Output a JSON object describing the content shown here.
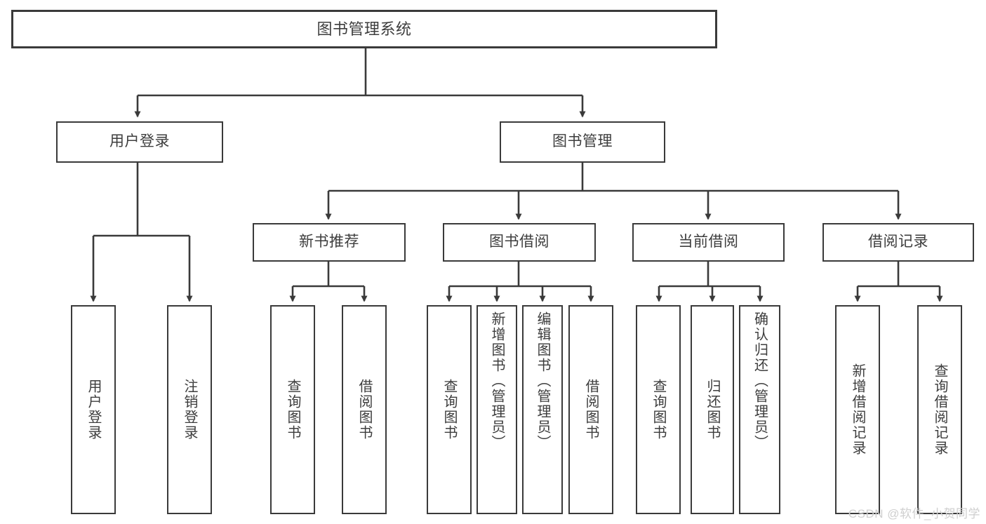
{
  "diagram": {
    "title": "图书管理系统",
    "type": "hierarchy-tree",
    "watermark": "CSDN @软件_小贺同学",
    "colors": {
      "stroke": "#3a3a3a",
      "text": "#3d3d3d",
      "background": "#ffffff",
      "watermark": "#cfcfcf"
    },
    "root": {
      "label": "图书管理系统"
    },
    "level1": [
      {
        "label": "用户登录"
      },
      {
        "label": "图书管理"
      }
    ],
    "level2": [
      {
        "label": "新书推荐"
      },
      {
        "label": "图书借阅"
      },
      {
        "label": "当前借阅"
      },
      {
        "label": "借阅记录"
      }
    ],
    "leaves": {
      "user_login": [
        {
          "label": "用户登录"
        },
        {
          "label": "注销登录"
        }
      ],
      "new_book_recommend": [
        {
          "label": "查询图书"
        },
        {
          "label": "借阅图书"
        }
      ],
      "book_borrow": [
        {
          "label": "查询图书"
        },
        {
          "label": "新增图书（管理员）"
        },
        {
          "label": "编辑图书（管理员）"
        },
        {
          "label": "借阅图书"
        }
      ],
      "current_borrow": [
        {
          "label": "查询图书"
        },
        {
          "label": "归还图书"
        },
        {
          "label": "确认归还（管理员）"
        }
      ],
      "borrow_record": [
        {
          "label": "新增借阅记录"
        },
        {
          "label": "查询借阅记录"
        }
      ]
    }
  }
}
